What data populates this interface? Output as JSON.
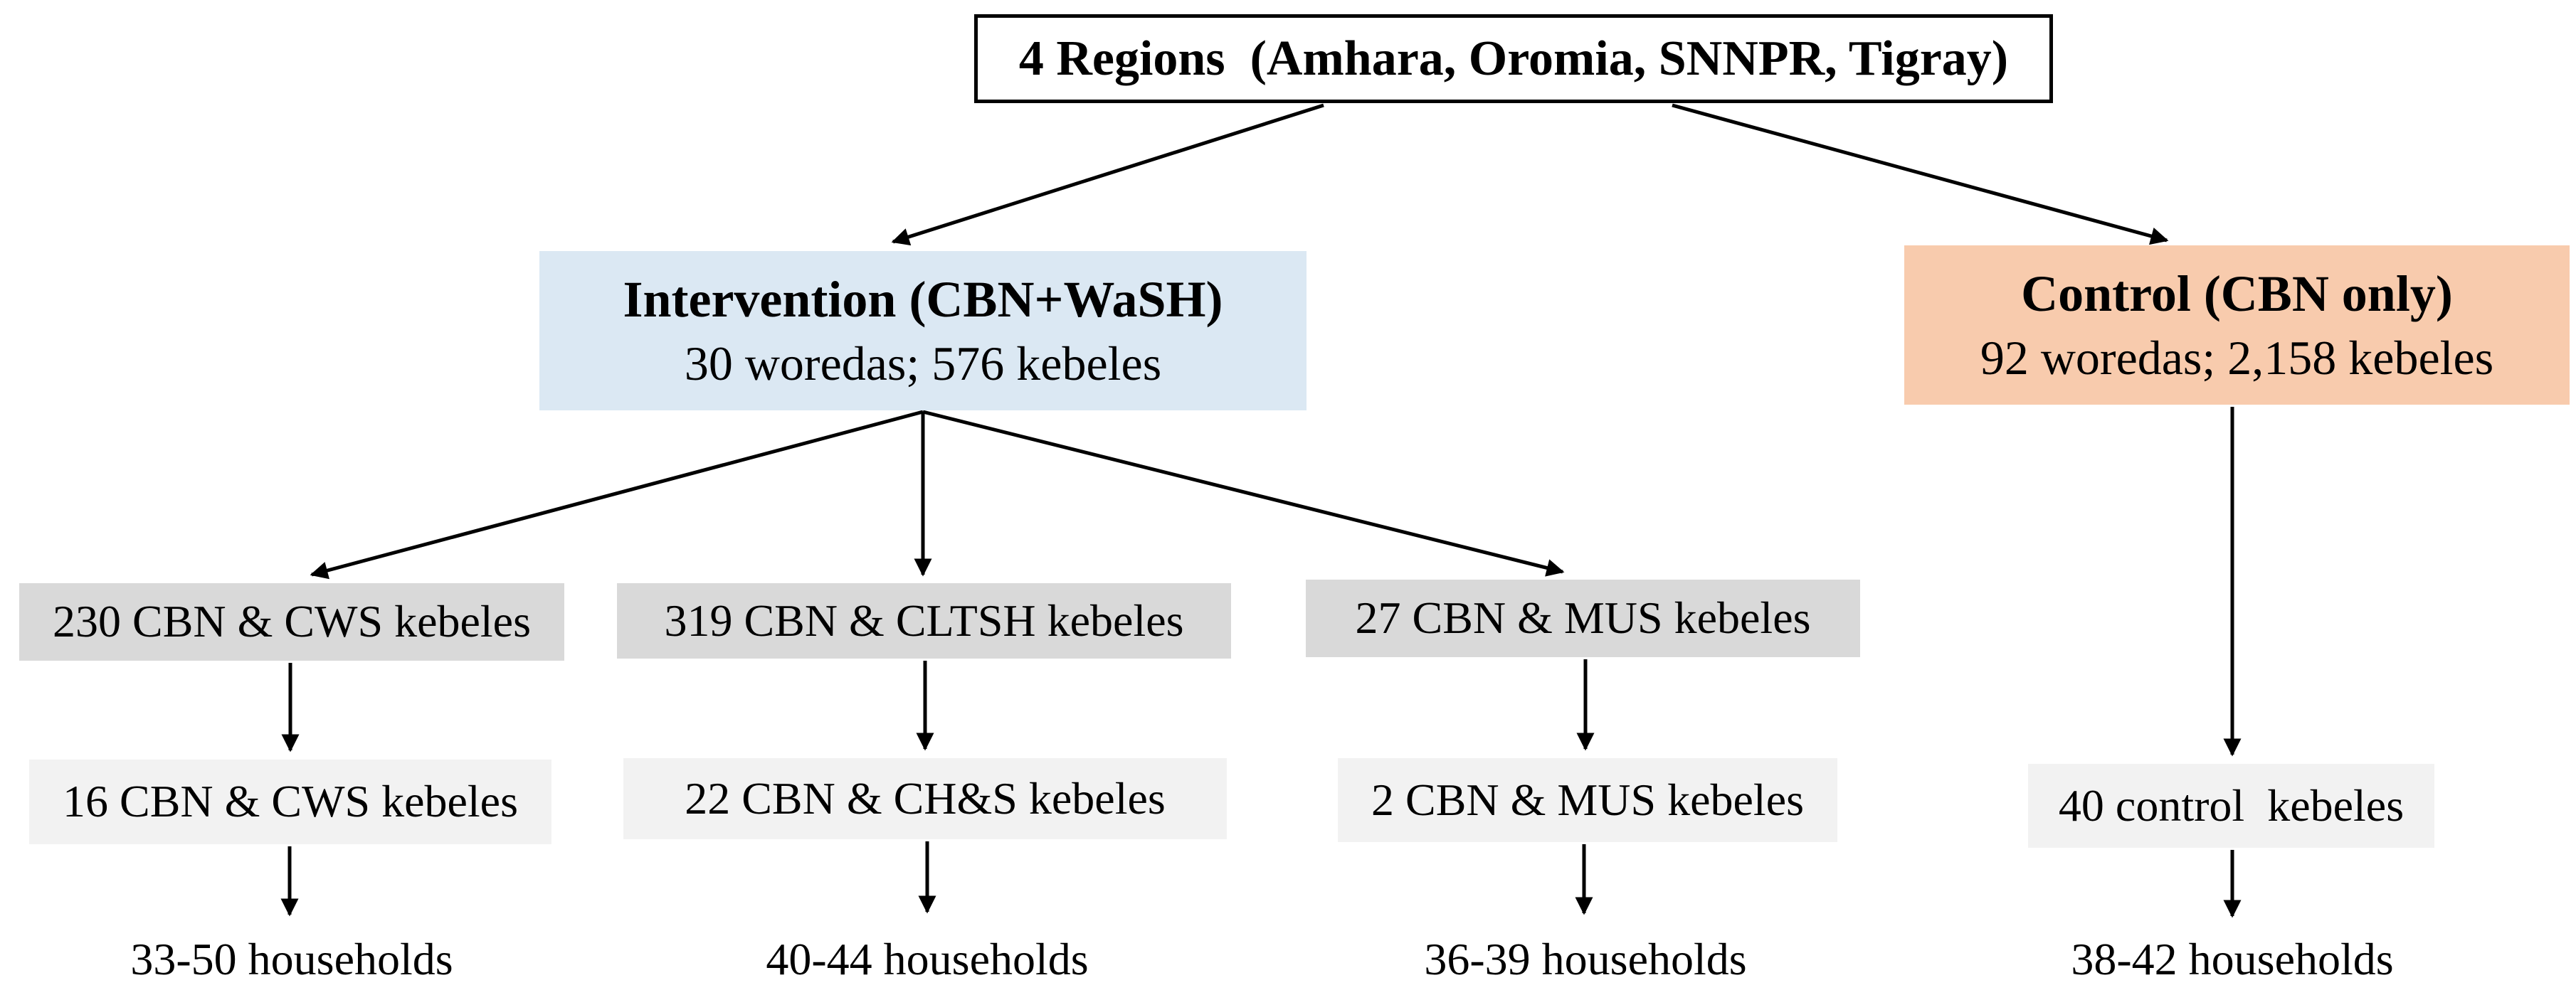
{
  "figure": {
    "root": {
      "label": "4 Regions  (Amhara, Oromia, SNNPR, Tigray)"
    },
    "arms": {
      "intervention": {
        "title": "Intervention (CBN+WaSH)",
        "detail": "30 woredas; 576 kebeles"
      },
      "control": {
        "title": "Control (CBN only)",
        "detail": "92 woredas; 2,158 kebeles"
      }
    },
    "branches": [
      {
        "allocated": "230 CBN & CWS kebeles",
        "sampled": "16 CBN & CWS kebeles",
        "households": "33-50 households"
      },
      {
        "allocated": "319 CBN & CLTSH kebeles",
        "sampled": "22 CBN & CH&S kebeles",
        "households": "40-44 households"
      },
      {
        "allocated": "27 CBN & MUS kebeles",
        "sampled": "2 CBN & MUS kebeles",
        "households": "36-39 households"
      }
    ],
    "control_branch": {
      "sampled": "40 control  kebeles",
      "households": "38-42 households"
    },
    "colors": {
      "intervention_bg": "#dbe8f3",
      "control_bg": "#f8cbad",
      "allocated_bg": "#d9d9d9",
      "sampled_bg": "#f2f2f2",
      "arrow": "#000000",
      "root_border": "#000000"
    }
  }
}
